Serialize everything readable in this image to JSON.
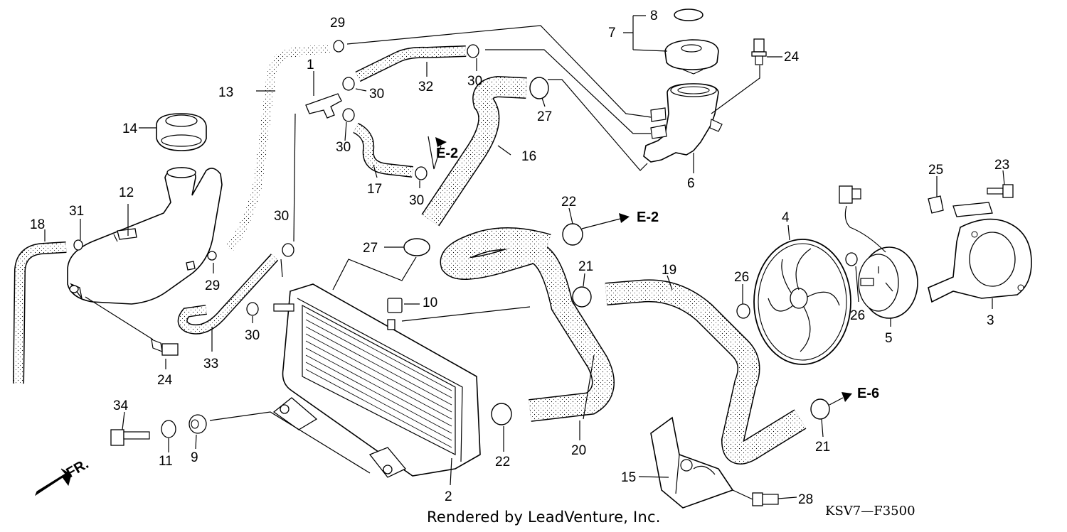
{
  "callouts": [
    "1",
    "2",
    "3",
    "4",
    "5",
    "6",
    "7",
    "8",
    "9",
    "10",
    "11",
    "12",
    "13",
    "14",
    "15",
    "16",
    "17",
    "18",
    "19",
    "20",
    "21",
    "22",
    "23",
    "24",
    "25",
    "26",
    "27",
    "28",
    "29",
    "30",
    "31",
    "32",
    "33",
    "34"
  ],
  "references": {
    "e2": "E-2",
    "e6": "E-6"
  },
  "front_marker": "FR.",
  "footer": {
    "credit": "Rendered by LeadVenture, Inc.",
    "code": "KSV7—F3500"
  }
}
